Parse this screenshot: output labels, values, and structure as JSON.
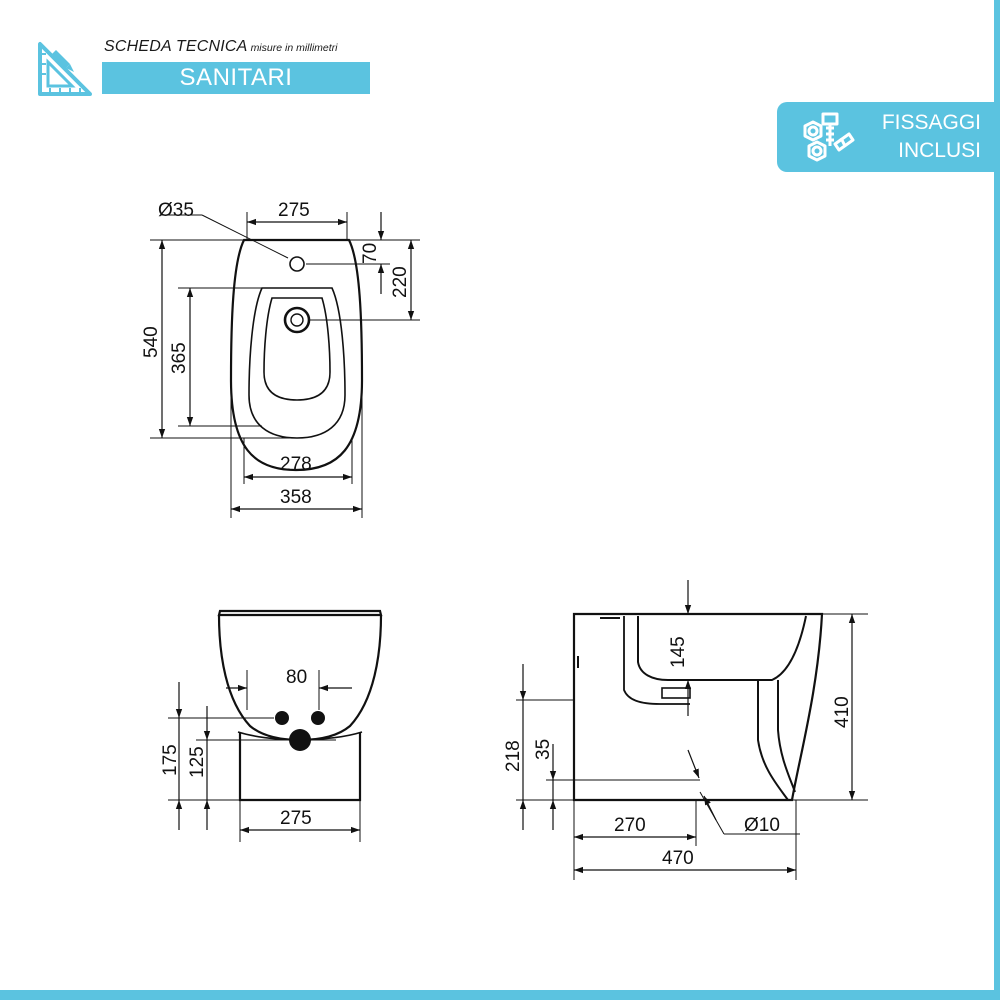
{
  "header": {
    "title": "SCHEDA TECNICA",
    "subtitle": "misure in millimetri",
    "category": "SANITARI",
    "icon": "ruler-pencil-icon"
  },
  "badge": {
    "line1": "FISSAGGI",
    "line2": "INCLUSI",
    "icon": "bolt-nut-icon"
  },
  "colors": {
    "accent": "#5bc3e0",
    "line": "#111111"
  },
  "top_view": {
    "hole_diameter": "Ø35",
    "width_top": "275",
    "hole_offset": "70",
    "tap_offset": "220",
    "length": "540",
    "bowl_length": "365",
    "bowl_width": "278",
    "width": "358"
  },
  "rear_view": {
    "hole_spacing": "80",
    "outlet_height": "175",
    "supply_height": "125",
    "base_width": "275"
  },
  "side_view": {
    "rim_depth": "145",
    "height": "410",
    "outlet_height": "218",
    "floor_fix_height": "35",
    "fix_distance": "270",
    "depth": "470",
    "fix_diameter": "Ø10"
  }
}
